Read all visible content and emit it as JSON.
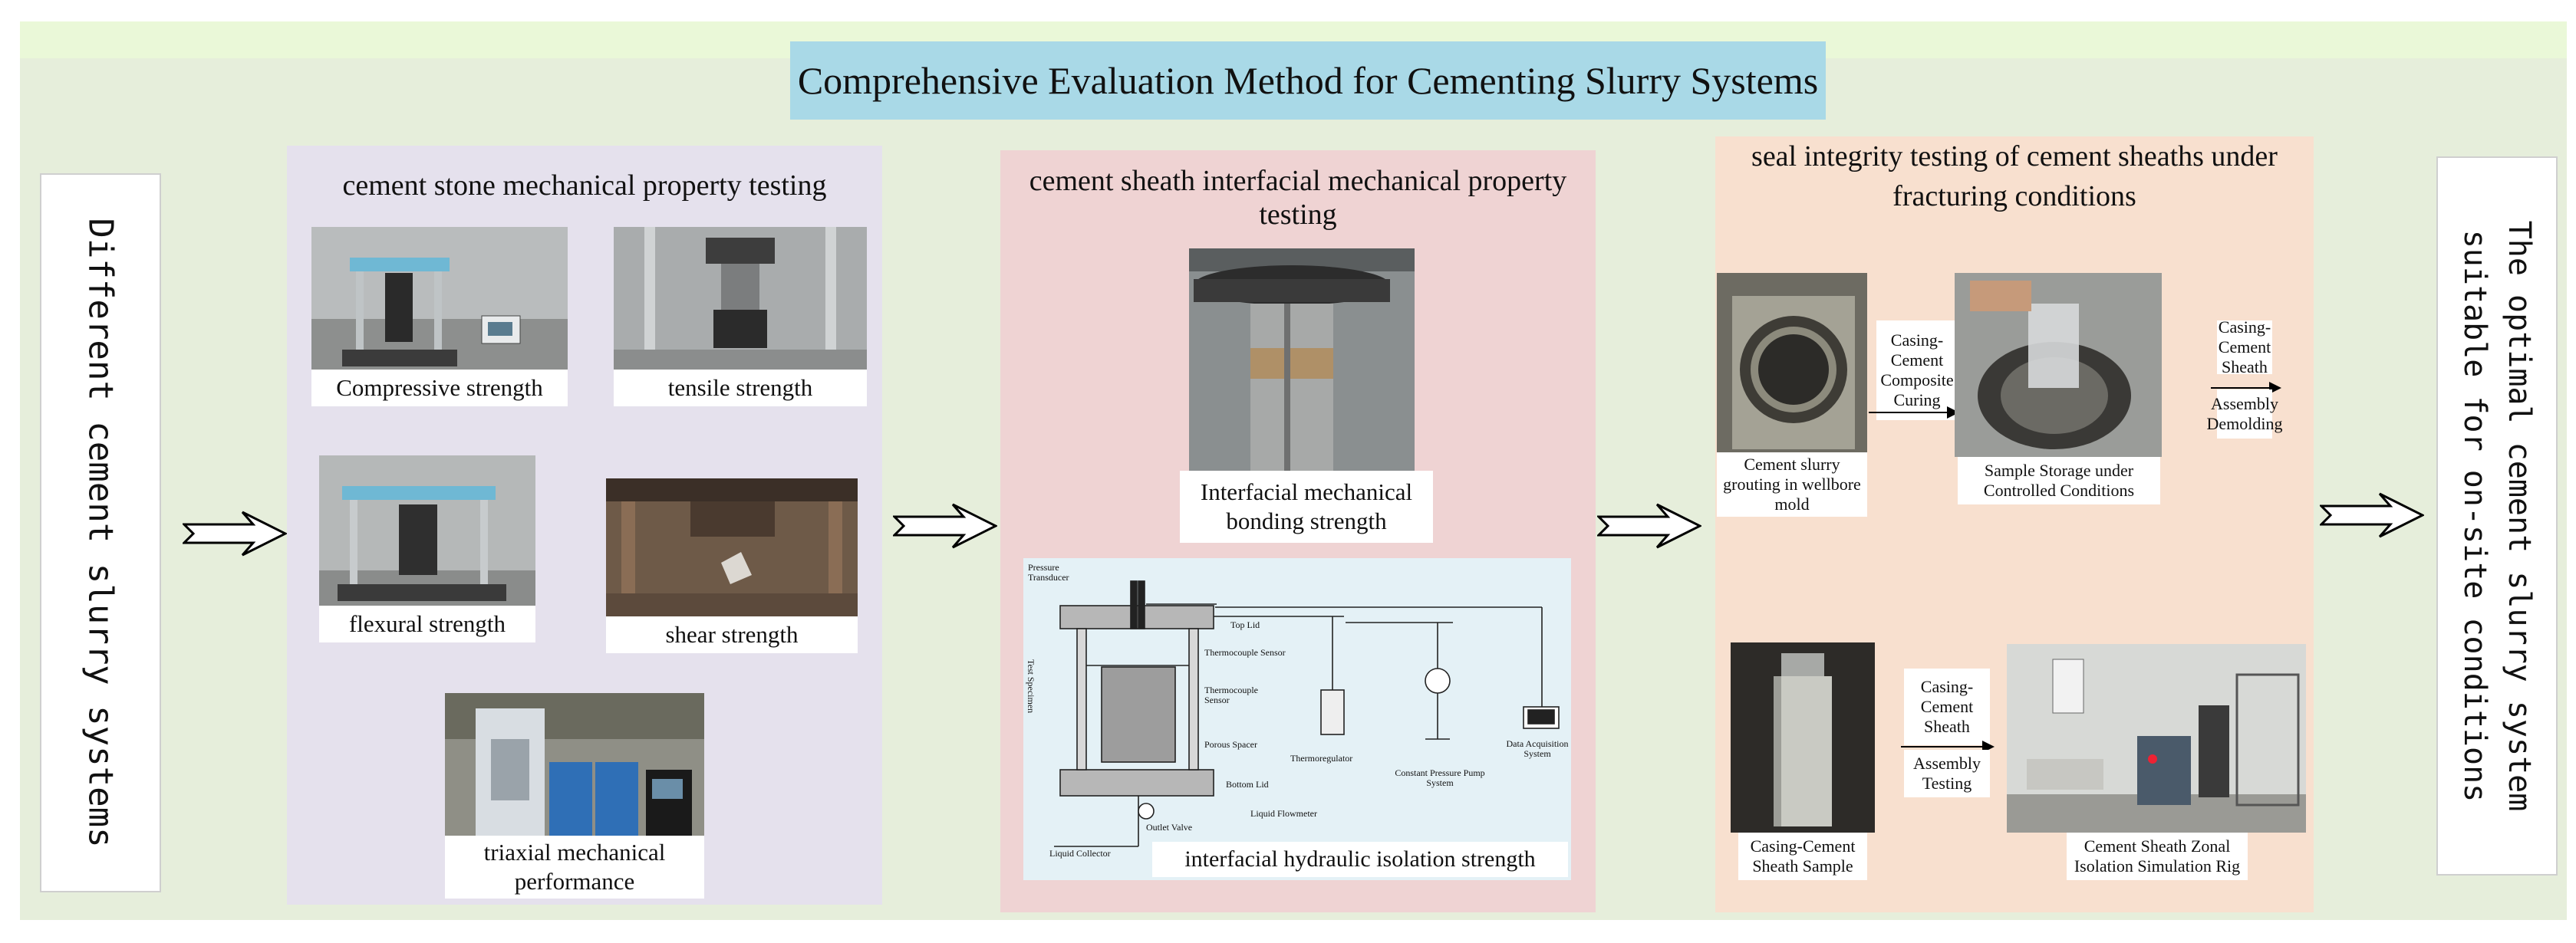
{
  "title": "Comprehensive Evaluation Method for Cementing Slurry Systems",
  "left_box": "Different cement slurry systems",
  "right_box": {
    "line1": "The optimal cement slurry system",
    "line2": "suitable for on-site conditions"
  },
  "panel1": {
    "title": "cement stone mechanical property testing",
    "items": [
      {
        "caption": "Compressive strength"
      },
      {
        "caption": "tensile strength"
      },
      {
        "caption": "flexural strength"
      },
      {
        "caption": "shear strength"
      },
      {
        "caption": "triaxial mechanical performance"
      }
    ]
  },
  "panel2": {
    "title": "cement sheath interfacial mechanical property testing",
    "photo_caption": "Interfacial mechanical bonding strength",
    "schematic_caption": "interfacial hydraulic isolation strength",
    "schematic_labels": {
      "pressure_transducer": "Pressure Transducer",
      "top_lid": "Top Lid",
      "thermocouple_sensor_1": "Thermocouple Sensor",
      "test_specimen": "Test Specimen",
      "thermocouple_sensor_2": "Thermocouple Sensor",
      "porous_spacer": "Porous Spacer",
      "thermoregulator": "Thermoregulator",
      "constant_pressure_pump": "Constant Pressure Pump System",
      "data_acquisition": "Data Acquisition System",
      "bottom_lid": "Bottom Lid",
      "liquid_flowmeter": "Liquid Flowmeter",
      "outlet_valve": "Outlet Valve",
      "liquid_collector": "Liquid Collector"
    }
  },
  "panel3": {
    "title": "seal integrity testing of cement sheaths under fracturing conditions",
    "captions": {
      "mold": "Cement slurry grouting in wellbore mold",
      "storage": "Sample Storage under Controlled Conditions",
      "sample": "Casing-Cement Sheath Sample",
      "rig": "Cement Sheath Zonal Isolation Simulation Rig"
    },
    "arrow_labels": {
      "curing": "Casing-Cement Composite Curing",
      "demolding_top": "Casing-Cement Sheath",
      "demolding_bottom": "Assembly Demolding",
      "testing_top": "Casing-Cement Sheath",
      "testing_bottom": "Assembly Testing"
    }
  },
  "colors": {
    "background": "#e6eedb",
    "title_bg": "#a9d9e7",
    "panel1": "#e5e1ed",
    "panel2": "#efd3d3",
    "panel3": "#f8e0cf"
  }
}
